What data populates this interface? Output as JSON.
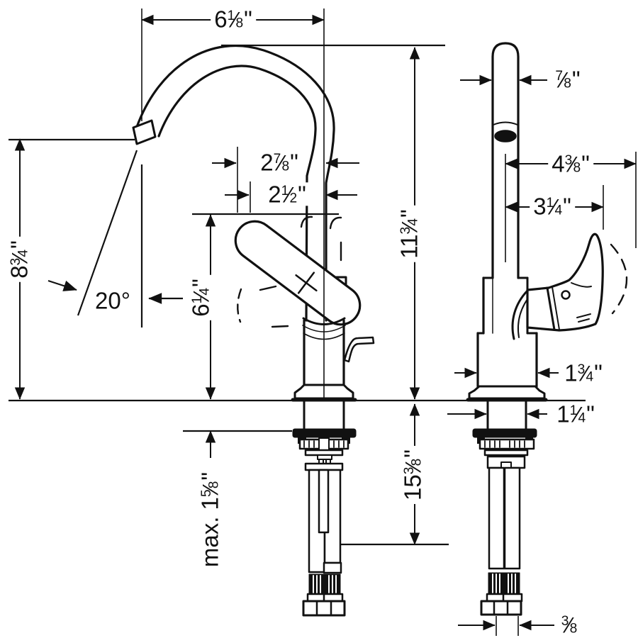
{
  "meta": {
    "background": "#ffffff",
    "ink": "#111111"
  },
  "dimensions": {
    "spout_reach": {
      "whole": "6",
      "num": "1",
      "den": "8",
      "unit": "\""
    },
    "spout_od": {
      "num": "7",
      "den": "8",
      "unit": "\""
    },
    "outlet_offset_max": {
      "whole": "2",
      "num": "7",
      "den": "8",
      "unit": "\""
    },
    "outlet_offset_min": {
      "whole": "2",
      "num": "1",
      "den": "2",
      "unit": "\""
    },
    "overall_height": {
      "whole": "11",
      "num": "3",
      "den": "4",
      "unit": "\""
    },
    "outlet_height": {
      "whole": "8",
      "num": "3",
      "den": "4",
      "unit": "\""
    },
    "swivel_angle": {
      "text": "20°"
    },
    "outlet_clearance": {
      "whole": "6",
      "num": "1",
      "den": "4",
      "unit": "\""
    },
    "handle_reach": {
      "whole": "4",
      "num": "3",
      "den": "8",
      "unit": "\""
    },
    "handle_grip_reach": {
      "whole": "3",
      "num": "1",
      "den": "4",
      "unit": "\""
    },
    "body_depth": {
      "whole": "1",
      "num": "3",
      "den": "4",
      "unit": "\""
    },
    "shank_od": {
      "whole": "1",
      "num": "1",
      "den": "4",
      "unit": "\""
    },
    "hose_length": {
      "whole": "15",
      "num": "3",
      "den": "8",
      "unit": "\""
    },
    "max_deck_thickness": {
      "prefix": "max. ",
      "whole": "1",
      "num": "5",
      "den": "8",
      "unit": "\""
    },
    "supply_connection": {
      "num": "3",
      "den": "8",
      "unit": ""
    }
  }
}
